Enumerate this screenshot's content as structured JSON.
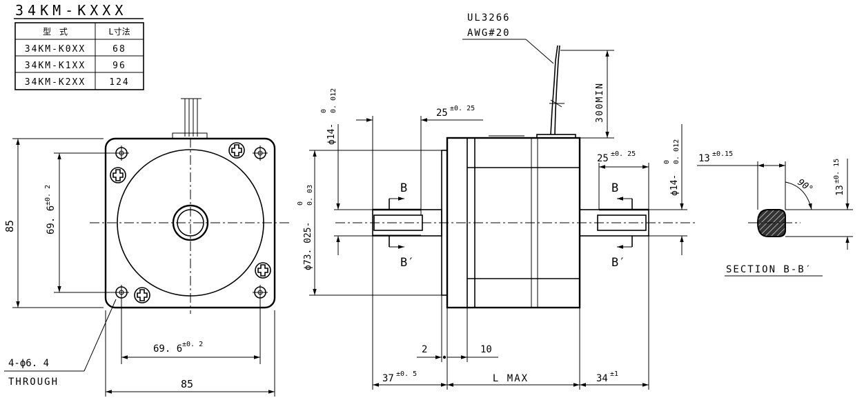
{
  "title": "34KM-KXXX",
  "table": {
    "headers": [
      "型　式",
      "L寸法"
    ],
    "rows": [
      [
        "34KM-K0XX",
        "68"
      ],
      [
        "34KM-K1XX",
        "96"
      ],
      [
        "34KM-K2XX",
        "124"
      ]
    ]
  },
  "front_view": {
    "height_dim": "85",
    "hole_pitch_v": "69. 6",
    "hole_pitch_v_tol": "±0. 2",
    "hole_pitch_h": "69. 6",
    "hole_pitch_h_tol": "±0. 2",
    "width_dim": "85",
    "hole_callout_line1": "4-ϕ6. 4",
    "hole_callout_line2": "THROUGH"
  },
  "side_view": {
    "wire_spec_line1": "UL3266",
    "wire_spec_line2": "AWG#20",
    "lead_length": "300MIN",
    "shaft_dia_left": "ϕ14-",
    "shaft_dia_left_tol_upper": "0",
    "shaft_dia_left_tol_lower": "0. 012",
    "shaft_dia_right": "ϕ14-",
    "shaft_dia_right_tol_upper": "0",
    "shaft_dia_right_tol_lower": "0. 012",
    "pilot_dia": "ϕ73. 025-",
    "pilot_tol_upper": "0",
    "pilot_tol_lower": "0. 03",
    "key_len_left": "25",
    "key_len_left_tol": "±0. 25",
    "key_len_right": "25",
    "key_len_right_tol": "±0. 25",
    "section_mark_left_top": "B",
    "section_mark_left_bottom": "B′",
    "section_mark_right_top": "B",
    "section_mark_right_bottom": "B′",
    "dim_2": "2",
    "dim_10": "10",
    "shaft_len_left": "37",
    "shaft_len_left_tol": "±0. 5",
    "body_len": "L MAX",
    "shaft_len_right": "34",
    "shaft_len_right_tol": "±1"
  },
  "section_view": {
    "flat_width": "13",
    "flat_width_tol": "±0.15",
    "angle": "90°",
    "height": "13",
    "height_tol": "±0. 15",
    "caption": "SECTION B-B′"
  }
}
